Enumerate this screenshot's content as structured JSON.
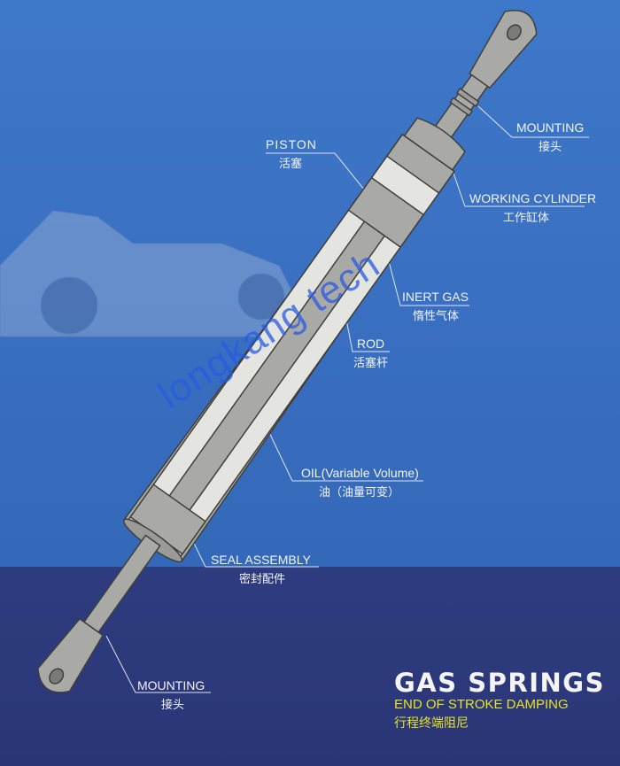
{
  "labels": {
    "mounting_top": {
      "en": "MOUNTING",
      "zh": "接头"
    },
    "piston": {
      "en": "PISTON",
      "zh": "活塞"
    },
    "working_cylinder": {
      "en": "WORKING CYLINDER",
      "zh": "工作缸体"
    },
    "inert_gas": {
      "en": "INERT GAS",
      "zh": "惰性气体"
    },
    "rod": {
      "en": "ROD",
      "zh": "活塞杆"
    },
    "oil": {
      "en": "OIL(Variable Volume)",
      "zh": "油（油量可变）"
    },
    "seal_assembly": {
      "en": "SEAL ASSEMBLY",
      "zh": "密封配件"
    },
    "mounting_bottom": {
      "en": "MOUNTING",
      "zh": "接头"
    }
  },
  "title": {
    "main": "GAS SPRINGS",
    "sub": "END OF STROKE DAMPING",
    "sub_zh": "行程终端阻尼"
  },
  "watermark": "longkang tech",
  "colors": {
    "top_bg": "#3e78c8",
    "bottom_bg": "#2d3a7c",
    "accent": "#e6e22a",
    "part": "#a8a8a4"
  }
}
